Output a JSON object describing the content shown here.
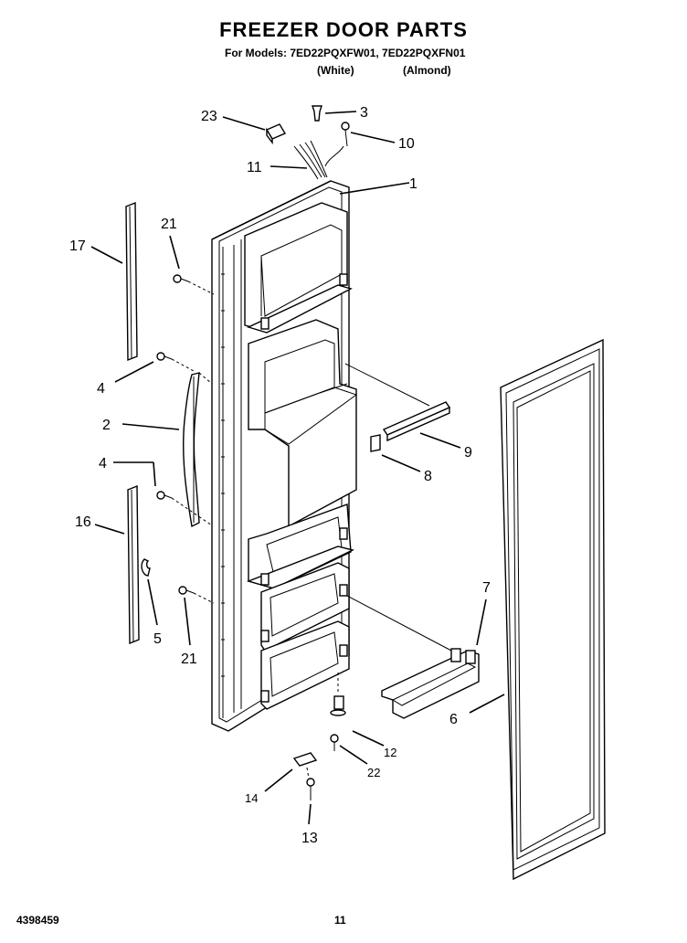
{
  "header": {
    "title": "FREEZER DOOR PARTS",
    "models": "For Models: 7ED22PQXFW01, 7ED22PQXFN01",
    "color_white": "(White)",
    "color_almond": "(Almond)"
  },
  "footer": {
    "doc_number": "4398459",
    "page_number": "11"
  },
  "callouts": [
    "1",
    "2",
    "3",
    "4",
    "4",
    "5",
    "6",
    "7",
    "8",
    "9",
    "10",
    "11",
    "12",
    "13",
    "14",
    "16",
    "17",
    "21",
    "21",
    "22",
    "23"
  ]
}
